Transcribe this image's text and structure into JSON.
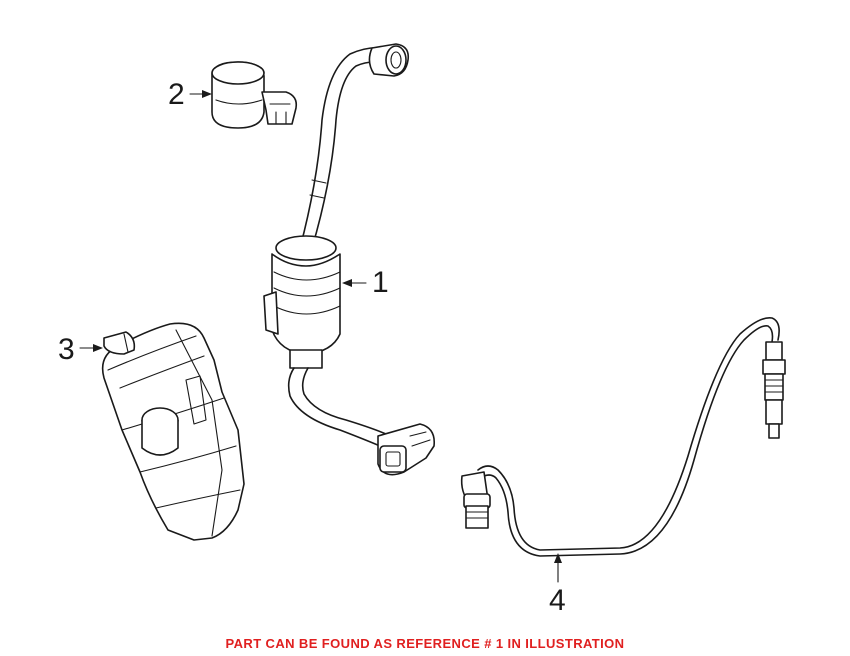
{
  "callouts": [
    {
      "number": "1"
    },
    {
      "number": "2"
    },
    {
      "number": "3"
    },
    {
      "number": "4"
    }
  ],
  "footer_note": "PART CAN BE FOUND AS REFERENCE # 1 IN ILLUSTRATION",
  "colors": {
    "line": "#1a1a1a",
    "note": "#e02020",
    "background": "#ffffff"
  }
}
